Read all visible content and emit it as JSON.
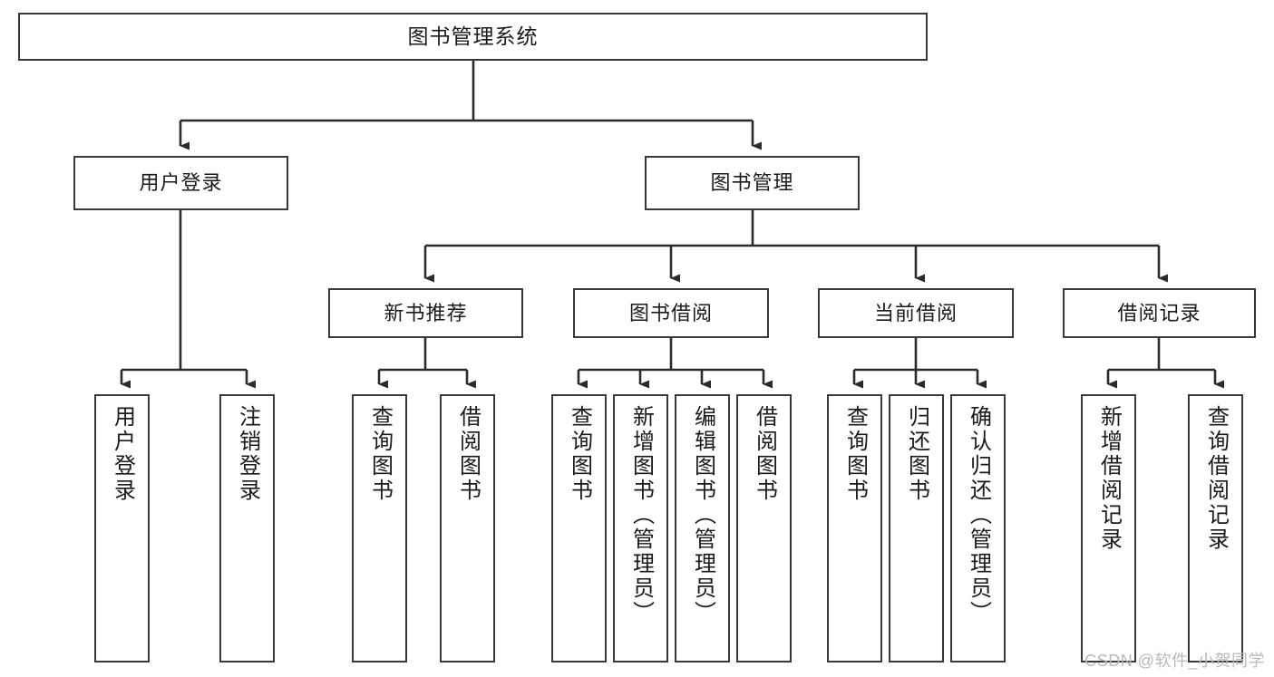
{
  "diagram": {
    "title": "图书管理系统",
    "type": "tree",
    "watermark": "CSDN @软件_小贺同学",
    "colors": {
      "node_border": "#3a3a3a",
      "node_fill": "#ffffff",
      "edge": "#2b2b2b",
      "text": "#1a1a1a",
      "watermark": "#b9b9b9",
      "background": "#ffffff"
    },
    "root": {
      "label": "图书管理系统"
    },
    "level2": [
      {
        "label": "用户登录"
      },
      {
        "label": "图书管理"
      }
    ],
    "level3": [
      {
        "label": "新书推荐"
      },
      {
        "label": "图书借阅"
      },
      {
        "label": "当前借阅"
      },
      {
        "label": "借阅记录"
      }
    ],
    "leaves": {
      "user_login": [
        {
          "label": "用户登录"
        },
        {
          "label": "注销登录"
        }
      ],
      "new_book_recommend": [
        {
          "label": "查询图书"
        },
        {
          "label": "借阅图书"
        }
      ],
      "book_borrow": [
        {
          "label": "查询图书"
        },
        {
          "label": "新增图书（管理员）"
        },
        {
          "label": "编辑图书（管理员）"
        },
        {
          "label": "借阅图书"
        }
      ],
      "current_borrow": [
        {
          "label": "查询图书"
        },
        {
          "label": "归还图书"
        },
        {
          "label": "确认归还（管理员）"
        }
      ],
      "borrow_record": [
        {
          "label": "新增借阅记录"
        },
        {
          "label": "查询借阅记录"
        }
      ]
    }
  }
}
